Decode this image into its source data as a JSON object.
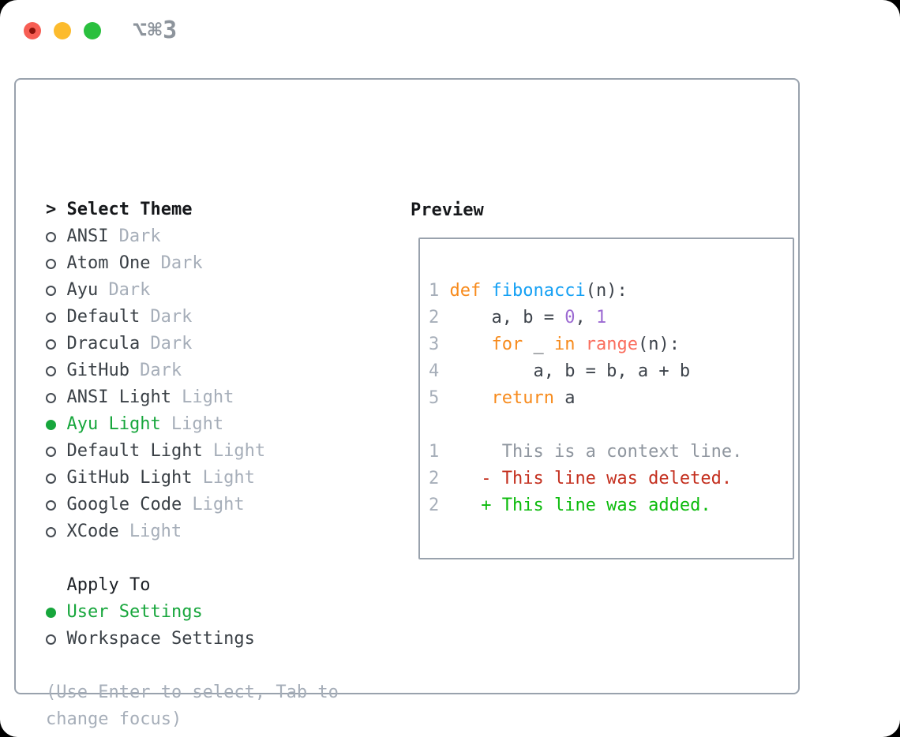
{
  "window": {
    "shortcut": "⌥⌘3",
    "traffic_lights": [
      "close",
      "minimize",
      "zoom"
    ]
  },
  "theme_picker": {
    "title_marker": ">",
    "title": "Select Theme",
    "items": [
      {
        "name": "ANSI",
        "variant": "Dark",
        "selected": false
      },
      {
        "name": "Atom One",
        "variant": "Dark",
        "selected": false
      },
      {
        "name": "Ayu",
        "variant": "Dark",
        "selected": false
      },
      {
        "name": "Default",
        "variant": "Dark",
        "selected": false
      },
      {
        "name": "Dracula",
        "variant": "Dark",
        "selected": false
      },
      {
        "name": "GitHub",
        "variant": "Dark",
        "selected": false
      },
      {
        "name": "ANSI Light",
        "variant": "Light",
        "selected": false
      },
      {
        "name": "Ayu Light",
        "variant": "Light",
        "selected": true
      },
      {
        "name": "Default Light",
        "variant": "Light",
        "selected": false
      },
      {
        "name": "GitHub Light",
        "variant": "Light",
        "selected": false
      },
      {
        "name": "Google Code",
        "variant": "Light",
        "selected": false
      },
      {
        "name": "XCode",
        "variant": "Light",
        "selected": false
      }
    ]
  },
  "apply_to": {
    "title": "Apply To",
    "options": [
      {
        "label": "User Settings",
        "selected": true
      },
      {
        "label": "Workspace Settings",
        "selected": false
      }
    ]
  },
  "help_text": "(Use Enter to select, Tab to change focus)",
  "preview": {
    "title": "Preview",
    "lines": [
      {
        "num": "1",
        "tokens": [
          {
            "t": "def",
            "c": "kw"
          },
          {
            "t": " ",
            "c": "plain"
          },
          {
            "t": "fibonacci",
            "c": "fn"
          },
          {
            "t": "(n):",
            "c": "plain"
          }
        ]
      },
      {
        "num": "2",
        "tokens": [
          {
            "t": "    a, b = ",
            "c": "plain"
          },
          {
            "t": "0",
            "c": "num"
          },
          {
            "t": ", ",
            "c": "plain"
          },
          {
            "t": "1",
            "c": "num"
          }
        ]
      },
      {
        "num": "3",
        "tokens": [
          {
            "t": "    ",
            "c": "plain"
          },
          {
            "t": "for",
            "c": "kw"
          },
          {
            "t": " _ ",
            "c": "plain"
          },
          {
            "t": "in",
            "c": "kw"
          },
          {
            "t": " ",
            "c": "plain"
          },
          {
            "t": "range",
            "c": "bi"
          },
          {
            "t": "(n):",
            "c": "plain"
          }
        ]
      },
      {
        "num": "4",
        "tokens": [
          {
            "t": "        a, b = b, a + b",
            "c": "plain"
          }
        ]
      },
      {
        "num": "5",
        "tokens": [
          {
            "t": "    ",
            "c": "plain"
          },
          {
            "t": "return",
            "c": "kw"
          },
          {
            "t": " a",
            "c": "plain"
          }
        ]
      },
      {
        "num": "",
        "tokens": []
      },
      {
        "num": "1",
        "tokens": [
          {
            "t": "     This is a context line.",
            "c": "ctx"
          }
        ]
      },
      {
        "num": "2",
        "tokens": [
          {
            "t": "   - This line was deleted.",
            "c": "del"
          }
        ]
      },
      {
        "num": "2",
        "tokens": [
          {
            "t": "   + This line was added.",
            "c": "add"
          }
        ]
      }
    ]
  },
  "colors": {
    "selection_green": "#17a63c",
    "muted_gray": "#a6aeb9",
    "border_gray": "#99a2ad",
    "keyword_orange": "#f78b1d",
    "function_blue": "#14a0f4",
    "builtin_coral": "#fa6e5e",
    "number_purple": "#9c6ad2",
    "diff_deleted_red": "#c4301f",
    "diff_added_green": "#0cbb0c",
    "traffic_red": "#f75e54",
    "traffic_yellow": "#fcbb2d",
    "traffic_green": "#2ac03e"
  }
}
